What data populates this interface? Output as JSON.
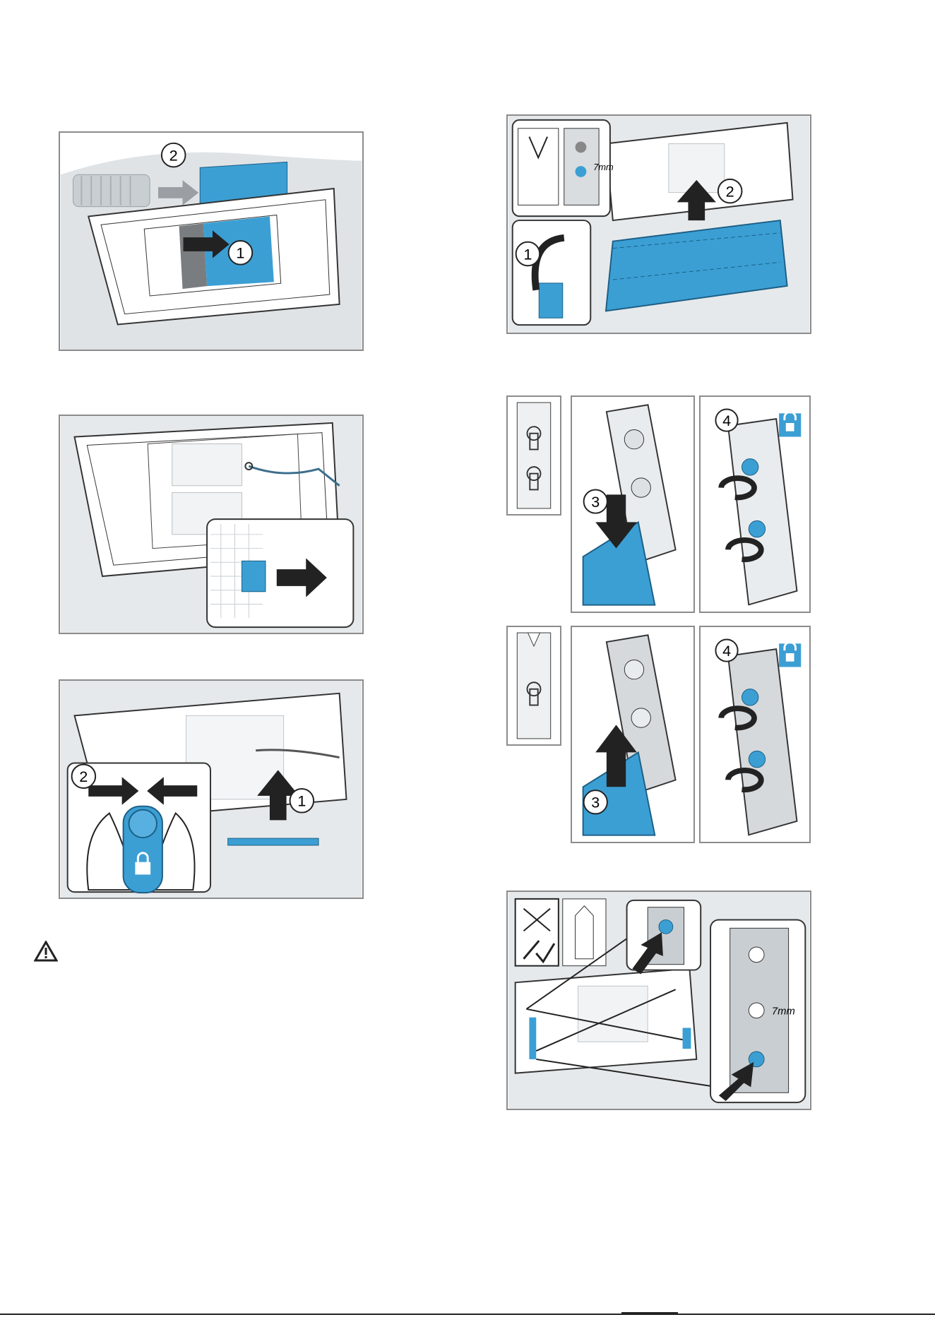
{
  "figures": [
    {
      "id": "fig-1",
      "steps": [
        "2",
        "1"
      ]
    },
    {
      "id": "fig-2",
      "steps": []
    },
    {
      "id": "fig-3",
      "steps": [
        "2",
        "1"
      ]
    },
    {
      "id": "fig-4",
      "steps": [
        "1",
        "2"
      ],
      "dimension": "7mm"
    },
    {
      "id": "fig-5",
      "steps": [
        "3",
        "4"
      ],
      "icons": [
        "lock-icon"
      ]
    },
    {
      "id": "fig-6",
      "steps": [
        "3",
        "4"
      ],
      "icons": [
        "lock-icon"
      ]
    },
    {
      "id": "fig-7",
      "steps": [],
      "dimension": "7mm"
    }
  ],
  "colors": {
    "accent": "#3b9fd4",
    "frame": "#8c8c8c",
    "grey": "#d9dde0",
    "dark": "#222222"
  },
  "icons": [
    "warning-icon",
    "lock-icon",
    "arrow-right-icon",
    "arrow-up-icon",
    "arrow-down-icon",
    "screw-icon",
    "screwdriver-icon",
    "drill-crossed-icon"
  ]
}
